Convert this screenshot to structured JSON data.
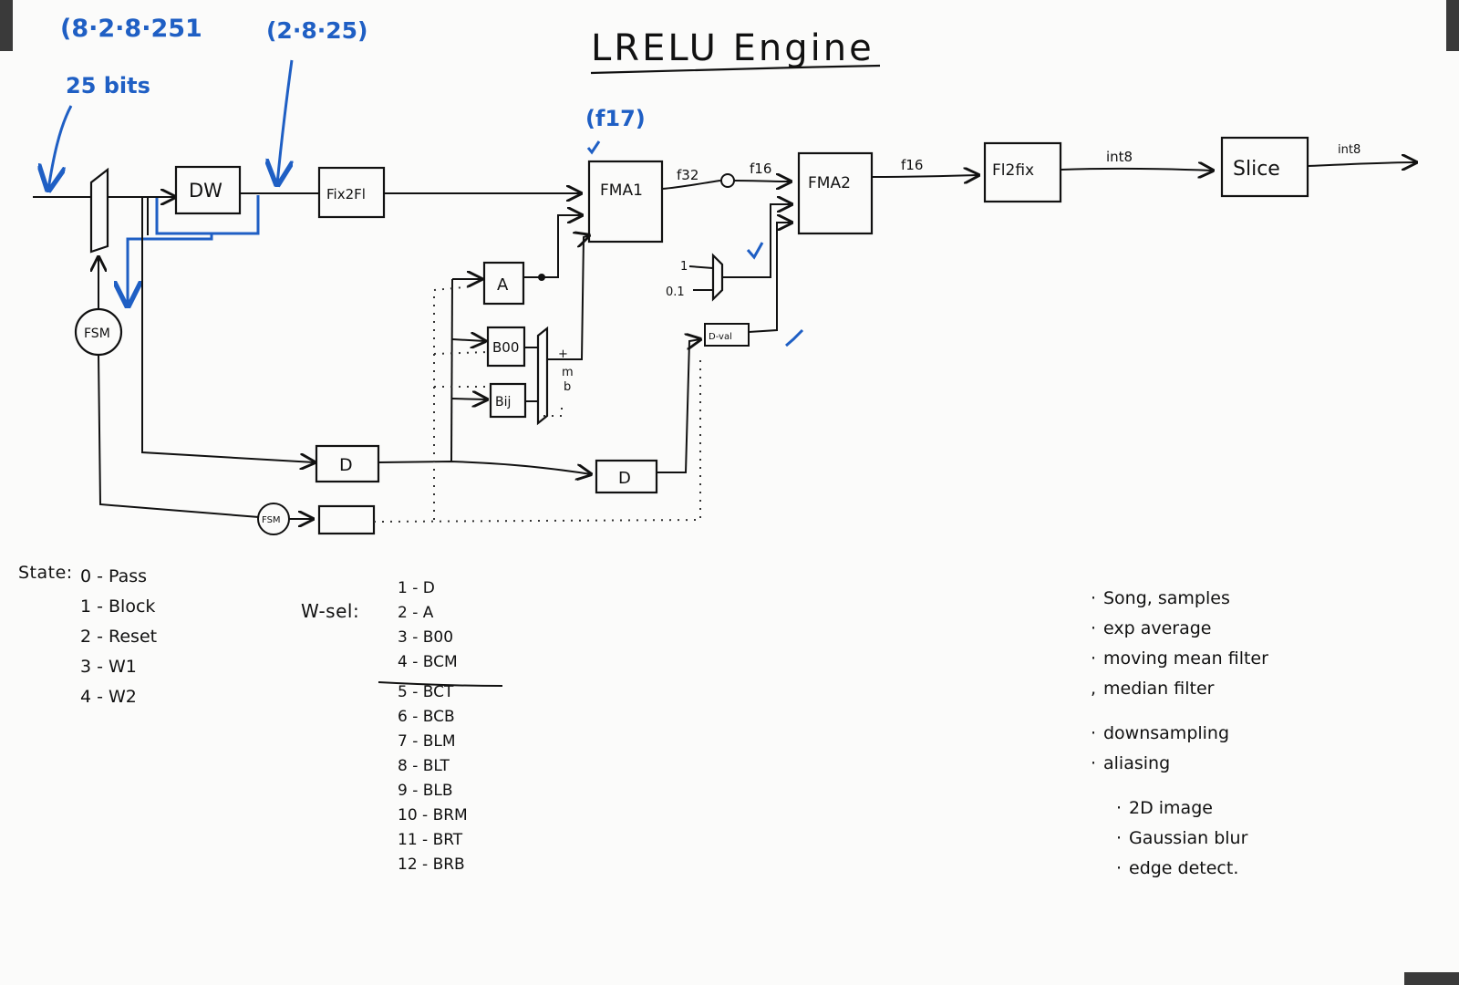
{
  "title": "LRELU Engine",
  "annotations": {
    "format_in": "(8·2·8·251",
    "format_dw": "(2·8·25)",
    "bits": "25 bits",
    "format_fma1": "(f17)"
  },
  "blocks": {
    "dw": "DW",
    "fix2fl": "Fix2Fl",
    "fma1": "FMA1",
    "fma2": "FMA2",
    "fl2fix": "Fl2fix",
    "slice": "Slice",
    "fsm_main": "FSM",
    "fsm_small": "FSM",
    "a": "A",
    "b00": "B00",
    "bij": "Bij",
    "d1": "D",
    "d2": "D",
    "dval": "D-val"
  },
  "signals": {
    "f32": "f32",
    "f16_a": "f16",
    "f16_b": "f16",
    "int8_a": "int8",
    "int8_b": "int8",
    "mux_one": "1",
    "mux_point1": "0.1",
    "mux_plus": "+",
    "mux_m": "m",
    "mux_b": "b"
  },
  "state": {
    "label": "State:",
    "items": [
      "0 - Pass",
      "1 - Block",
      "2 - Reset",
      "3 - W1",
      "4 - W2"
    ]
  },
  "w_sel": {
    "label": "W-sel:",
    "items": [
      "1 - D",
      "2 - A",
      "3 - B00",
      "4 - BCM",
      "5 - BCT",
      "6 - BCB",
      "7 - BLM",
      "8 - BLT",
      "9 - BLB",
      "10 - BRM",
      "11 - BRT",
      "12 - BRB"
    ]
  },
  "notes": {
    "items": [
      "Song, samples",
      "exp average",
      "moving mean filter",
      "median filter",
      "downsampling",
      "aliasing",
      "2D image",
      "Gaussian blur",
      "edge detect."
    ]
  },
  "colors": {
    "ink": "#111111",
    "blue_marker": "#1f5fc4",
    "board": "#fbfbfa"
  }
}
